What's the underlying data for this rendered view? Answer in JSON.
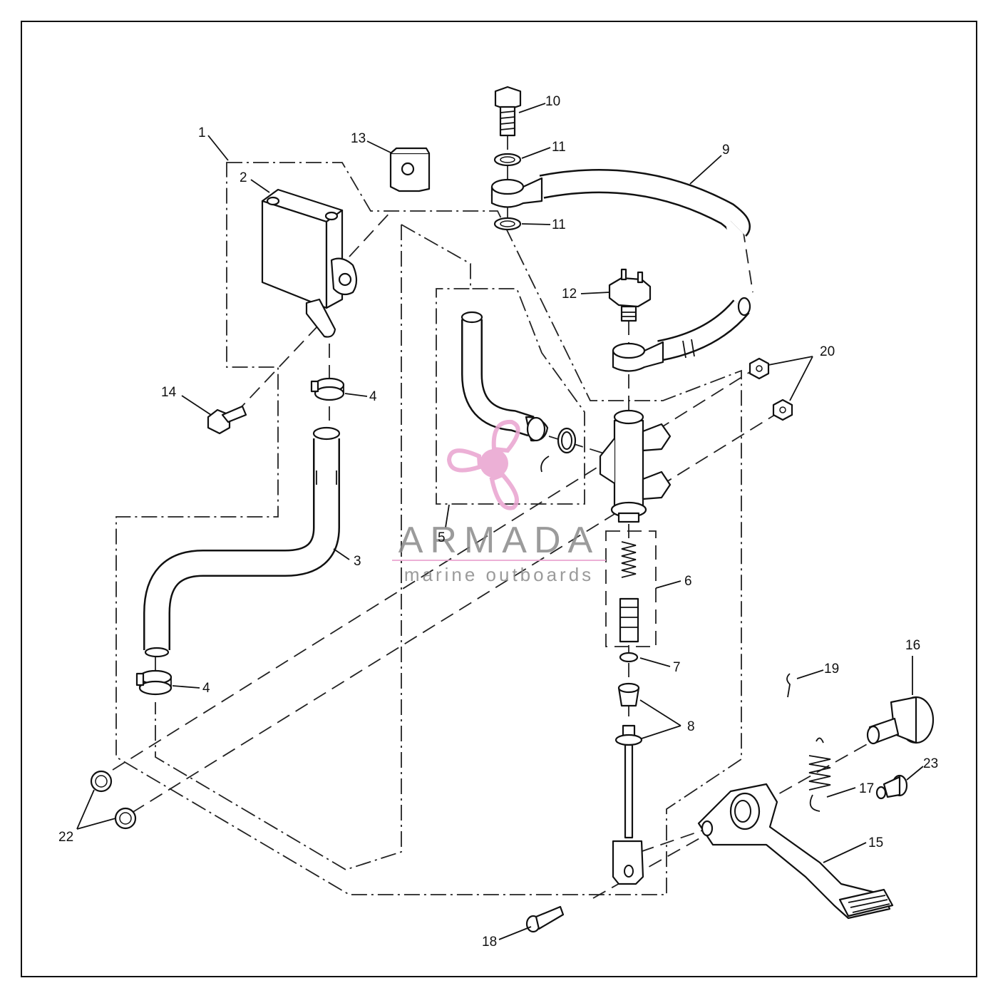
{
  "callouts": [
    {
      "id": "c1",
      "label": "1"
    },
    {
      "id": "c2",
      "label": "2"
    },
    {
      "id": "c3",
      "label": "3"
    },
    {
      "id": "c4a",
      "label": "4"
    },
    {
      "id": "c4b",
      "label": "4"
    },
    {
      "id": "c5",
      "label": "5"
    },
    {
      "id": "c6",
      "label": "6"
    },
    {
      "id": "c7",
      "label": "7"
    },
    {
      "id": "c8",
      "label": "8"
    },
    {
      "id": "c9",
      "label": "9"
    },
    {
      "id": "c10",
      "label": "10"
    },
    {
      "id": "c11a",
      "label": "11"
    },
    {
      "id": "c11b",
      "label": "11"
    },
    {
      "id": "c12",
      "label": "12"
    },
    {
      "id": "c13",
      "label": "13"
    },
    {
      "id": "c14",
      "label": "14"
    },
    {
      "id": "c15",
      "label": "15"
    },
    {
      "id": "c16",
      "label": "16"
    },
    {
      "id": "c17",
      "label": "17"
    },
    {
      "id": "c18",
      "label": "18"
    },
    {
      "id": "c19",
      "label": "19"
    },
    {
      "id": "c20",
      "label": "20"
    },
    {
      "id": "c22",
      "label": "22"
    },
    {
      "id": "c23",
      "label": "23"
    }
  ],
  "watermark": {
    "brand": "ARMADA",
    "tagline": "marine outboards",
    "color": "#e9a3cf"
  }
}
